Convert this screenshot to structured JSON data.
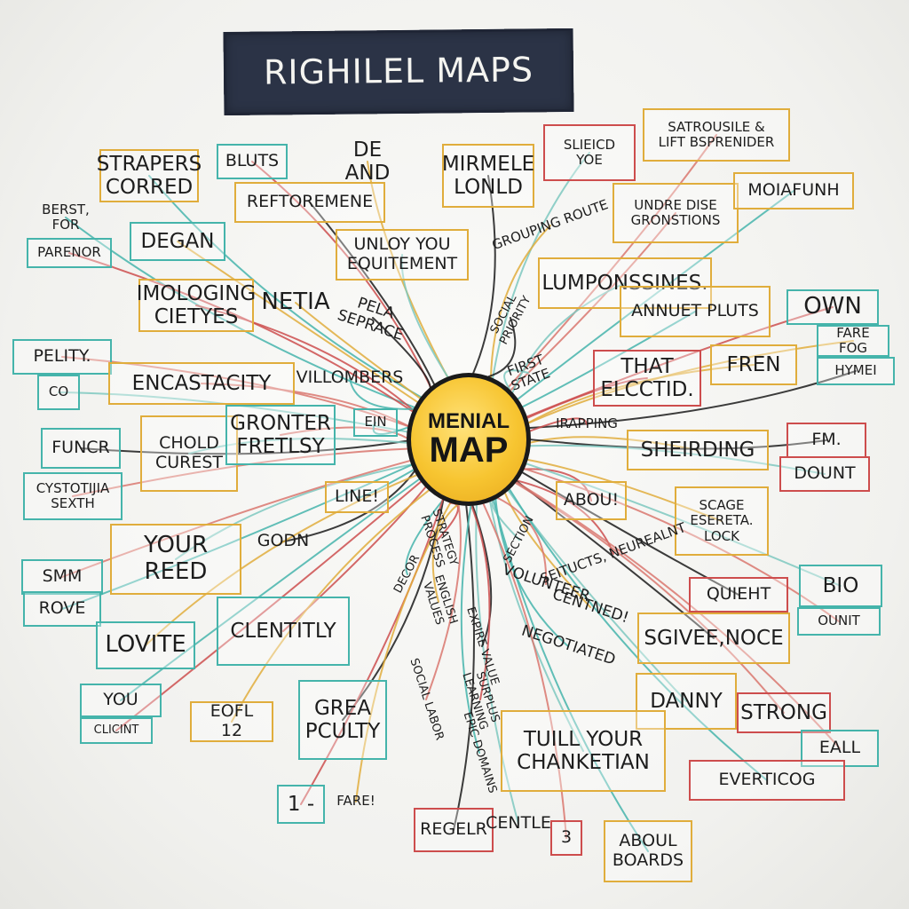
{
  "title": "RIGHILEL MAPS",
  "center": {
    "line1": "MENIAL",
    "line2": "MAP"
  },
  "nodes": [
    "STRAPERS\nCORRED",
    "BLUTS",
    "DE AND",
    "MIRMELE\nLONLD",
    "SLIEICD\nYOE",
    "SATROUSILE &\nLIFT BSPRENIDER",
    "BERST,\nFOR",
    "PARENOR",
    "DEGAN",
    "REFTOREMENE",
    "UNLOY YOU\nEQUITEMENT",
    "UNDRE DISE\nGRONSTIONS",
    "MOIAFUNH",
    "IMOLOGING\nCIETYES",
    "NETIA",
    "PELA SEPRACE",
    "LUMPONSSINES.",
    "PELITY.",
    "ANNUET PLUTS",
    "OWN",
    "FARE\nFOG",
    "HYMEI",
    "CO",
    "ENCASTACITY",
    "VILLOMBERS",
    "THAT\nELCCTID.",
    "FREN",
    "FUNCR",
    "CHOLD\nCUREST",
    "GRONTER\nFRETLSY",
    "EIN",
    "IRAPPING",
    "SHEIRDING",
    "FM.",
    "DOUNT",
    "CYSTOTIJIA\nSEXTH",
    "LINE!",
    "ABOU!",
    "SCAGE\nESERETA.\nLOCK",
    "GODN",
    "YOUR REED",
    "SMM",
    "ROVE",
    "SEITUCTS, NEUREALNT",
    "CENTNED!",
    "QUIEHT",
    "BIO",
    "OUNIT",
    "DECOR",
    "CLENTITLY",
    "LOVITE",
    "SGIVEE,NOCE",
    "DANNY",
    "STRONG",
    "YOU",
    "CLICINT",
    "EOFL 12",
    "GREA\nPCULTY",
    "TUILL YOUR\nCHANKETIAN",
    "EALL",
    "EVERTICOG",
    "1 -",
    "FARE!",
    "REGELR",
    "CENTLE",
    "3",
    "ABOUL\nBOARDS",
    "STRATEGY PROCESS",
    "ENGLISH VALUES",
    "EXPIRE VALUE",
    "SECTION",
    "VOLUNTEER",
    "NEGOTIATED",
    "SURPLUS LEARNING",
    "GROUPING ROUTE",
    "SOCIAL PRIORITY",
    "FIRST STATE",
    "SOCIAL LABOR",
    "EPIC DOMAINS"
  ],
  "colors": {
    "yellow": "#e0ad3c",
    "teal": "#45b4ab",
    "red": "#cd4d4d",
    "center": "#f7c531",
    "banner": "#2b3346"
  }
}
